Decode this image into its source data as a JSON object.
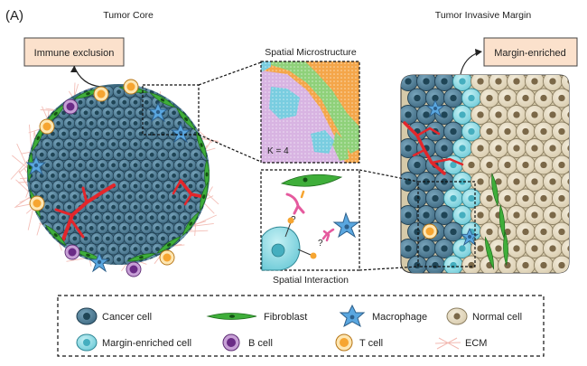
{
  "panel_label": "(A)",
  "tumor_core": {
    "title": "Tumor Core",
    "callout": "Immune exclusion"
  },
  "invasive_margin": {
    "title": "Tumor Invasive Margin",
    "callout": "Margin-enriched"
  },
  "spatial_microstructure": {
    "title": "Spatial Microstructure",
    "k_label": "K = 4",
    "colors": [
      "#f4a64a",
      "#8fd17a",
      "#d8b4e2",
      "#79cde0"
    ]
  },
  "spatial_interaction": {
    "title": "Spatial Interaction",
    "question_marks": [
      "?",
      "?"
    ]
  },
  "legend": {
    "items": [
      {
        "label": "Cancer cell",
        "icon": "cancer-cell-icon",
        "color": "#4f7d96"
      },
      {
        "label": "Fibroblast",
        "icon": "fibroblast-icon",
        "color": "#3fae3a"
      },
      {
        "label": "Macrophage",
        "icon": "macrophage-icon",
        "color": "#5aa7e0"
      },
      {
        "label": "Normal cell",
        "icon": "normal-cell-icon",
        "color": "#e6dcc4"
      },
      {
        "label": "Margin-enriched cell",
        "icon": "margin-enriched-cell-icon",
        "color": "#7fd3df"
      },
      {
        "label": "B cell",
        "icon": "b-cell-icon",
        "color": "#9b59b6"
      },
      {
        "label": "T cell",
        "icon": "t-cell-icon",
        "color": "#f6a531"
      },
      {
        "label": "ECM",
        "icon": "ecm-icon",
        "color": "#f2b8b0"
      }
    ]
  }
}
